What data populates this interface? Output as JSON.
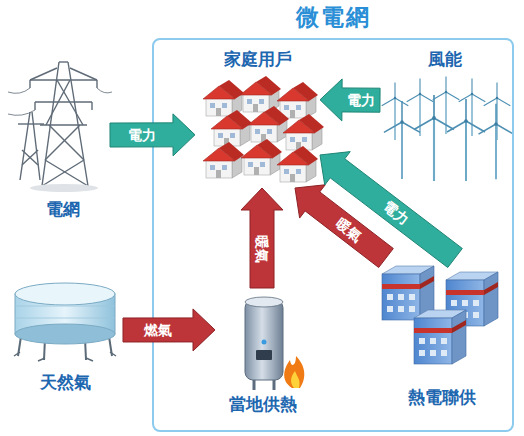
{
  "diagram": {
    "nodes": [
      {
        "text": [
          "微電網"
        ]
      },
      {
        "text": [
          "電網"
        ]
      },
      {
        "text": [
          "家庭用戶"
        ],
        "in": 0
      },
      {
        "text": [
          "風能"
        ],
        "in": 0
      },
      {
        "text": [
          "天然氣"
        ]
      },
      {
        "text": [
          "當地供熱"
        ],
        "in": 0
      },
      {
        "text": [
          "熱電聯供"
        ],
        "in": 0
      }
    ],
    "edges": [
      {
        "from": 1,
        "to": 2,
        "label": "電力",
        "arrow": "to"
      },
      {
        "from": 3,
        "to": 2,
        "label": "電力",
        "arrow": "to"
      },
      {
        "from": 5,
        "to": 2,
        "label": "暖氣",
        "arrow": "to"
      },
      {
        "from": 6,
        "to": 2,
        "label": "暖氣",
        "arrow": "to"
      },
      {
        "from": 6,
        "to": 2,
        "label": "電力",
        "arrow": "to"
      },
      {
        "from": 4,
        "to": 5,
        "label": "燃氣",
        "arrow": "to"
      }
    ]
  }
}
